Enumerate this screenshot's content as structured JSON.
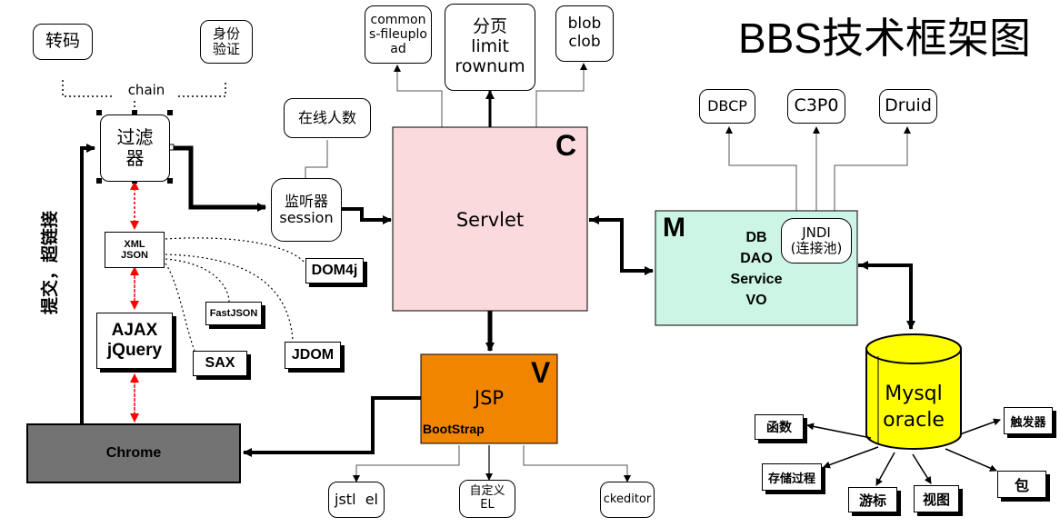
{
  "title": "BBS技术框架图",
  "nodes": {
    "zhuanma": "转码",
    "shenfen": "身份\n验证",
    "chain": "chain",
    "guolv": "过滤\n器",
    "jianting": "监听器\nsession",
    "zaixian": "在线人数",
    "commons": "common\ns-fileuplo\nad",
    "fenye": "分页\nlimit\nrownum",
    "blob": "blob\nclob",
    "servlet": "Servlet",
    "servlet_letter": "C",
    "xmljson": "XML\nJSON",
    "dom4j": "DOM4j",
    "fastjson": "FastJSON",
    "sax": "SAX",
    "jdom": "JDOM",
    "ajax": "AJAX\njQuery",
    "submit": "提交，超链接",
    "chrome": "Chrome",
    "jsp": "JSP",
    "jsp_letter": "V",
    "bootstrap": "BootStrap",
    "jstl": "jstl  el",
    "custom_el": "自定义\nEL",
    "ckeditor": "ckeditor",
    "model_letter": "M",
    "model_text": "DB\nDAO\nService\nVO",
    "jndi": "JNDI\n(连接池)",
    "dbcp": "DBCP",
    "c3p0": "C3P0",
    "druid": "Druid",
    "db": "Mysql\noracle",
    "hanshu": "函数",
    "chucun": "存储过程",
    "youbiao": "游标",
    "shitu": "视图",
    "bao": "包",
    "chufa": "触发器"
  },
  "colors": {
    "servlet_fill": "#fadadd",
    "model_fill": "#ccf5e5",
    "jsp_fill": "#f28500",
    "chrome_fill": "#737373",
    "db_fill": "#ffff00",
    "dotted_red": "#ff0000"
  }
}
